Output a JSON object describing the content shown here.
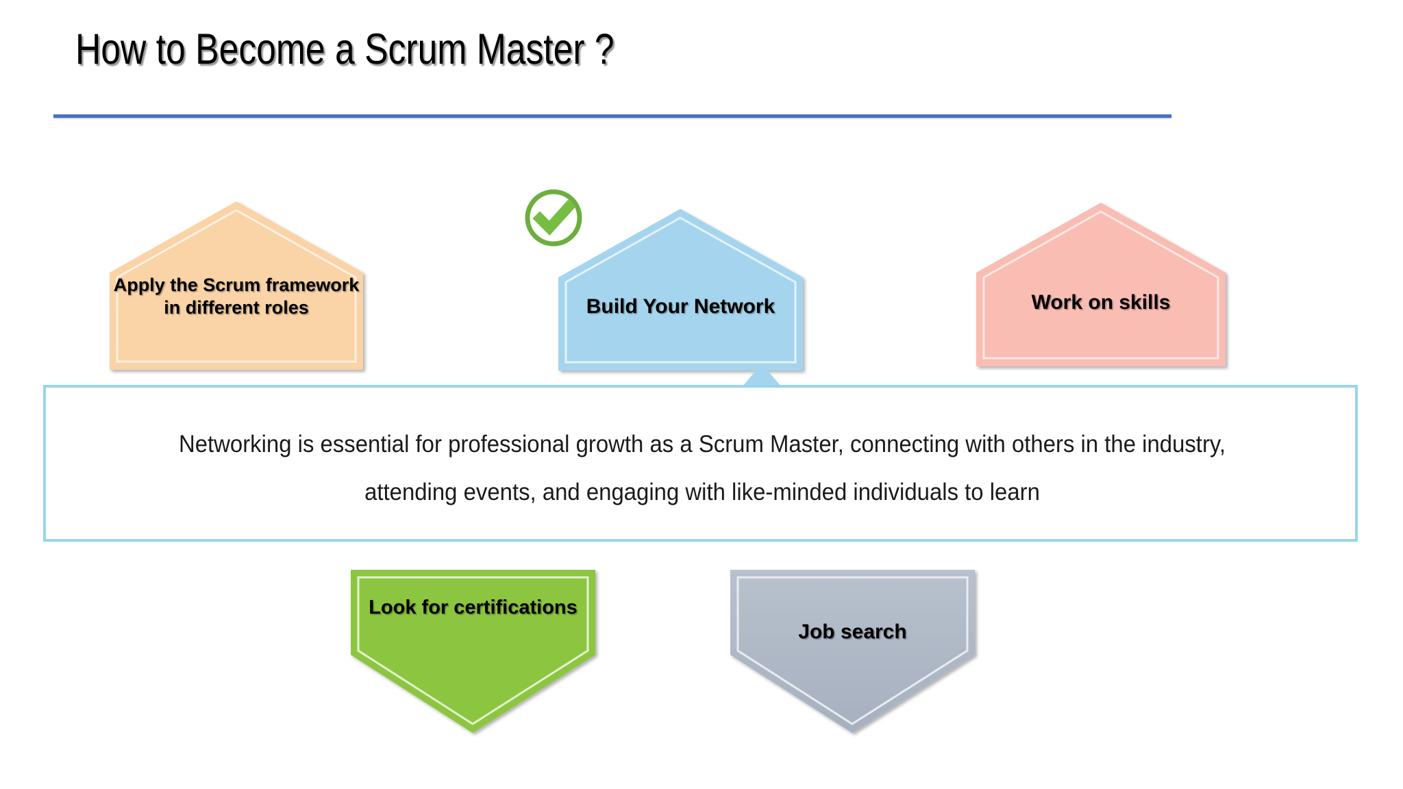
{
  "slide": {
    "title": "How to Become a Scrum Master ?",
    "rule_color": "#4472C4",
    "background": "#FFFFFF"
  },
  "icons": {
    "check": {
      "name": "check-circle-icon",
      "ring_color": "#6DAE3F",
      "mark_color": "#77BC43"
    }
  },
  "top_row": [
    {
      "id": "apply-framework",
      "label": "Apply the Scrum framework in different roles",
      "fill": "#FAD3A6",
      "inner_outline": "#FDF0E3",
      "direction": "up"
    },
    {
      "id": "build-network",
      "label": "Build Your Network",
      "fill": "#A5D5EE",
      "inner_outline": "#E4F2FA",
      "direction": "up"
    },
    {
      "id": "work-on-skills",
      "label": "Work on skills",
      "fill": "#F9BDB4",
      "inner_outline": "#FDE7E3",
      "direction": "up"
    }
  ],
  "callout": {
    "text": "Networking is essential for professional growth as a Scrum Master, connecting with others in the industry, attending events, and engaging with like-minded individuals to learn",
    "border_color": "#9DD3EA",
    "pointer_color": "#A5D5EE"
  },
  "bottom_row": [
    {
      "id": "look-for-certifications",
      "label": "Look for certifications",
      "fill": "#8CC63F",
      "inner_outline": "#E4F2D3",
      "direction": "down"
    },
    {
      "id": "job-search",
      "label": "Job search",
      "fill": "#AFB9C7",
      "inner_outline": "#E8ECF1",
      "direction": "down"
    }
  ]
}
